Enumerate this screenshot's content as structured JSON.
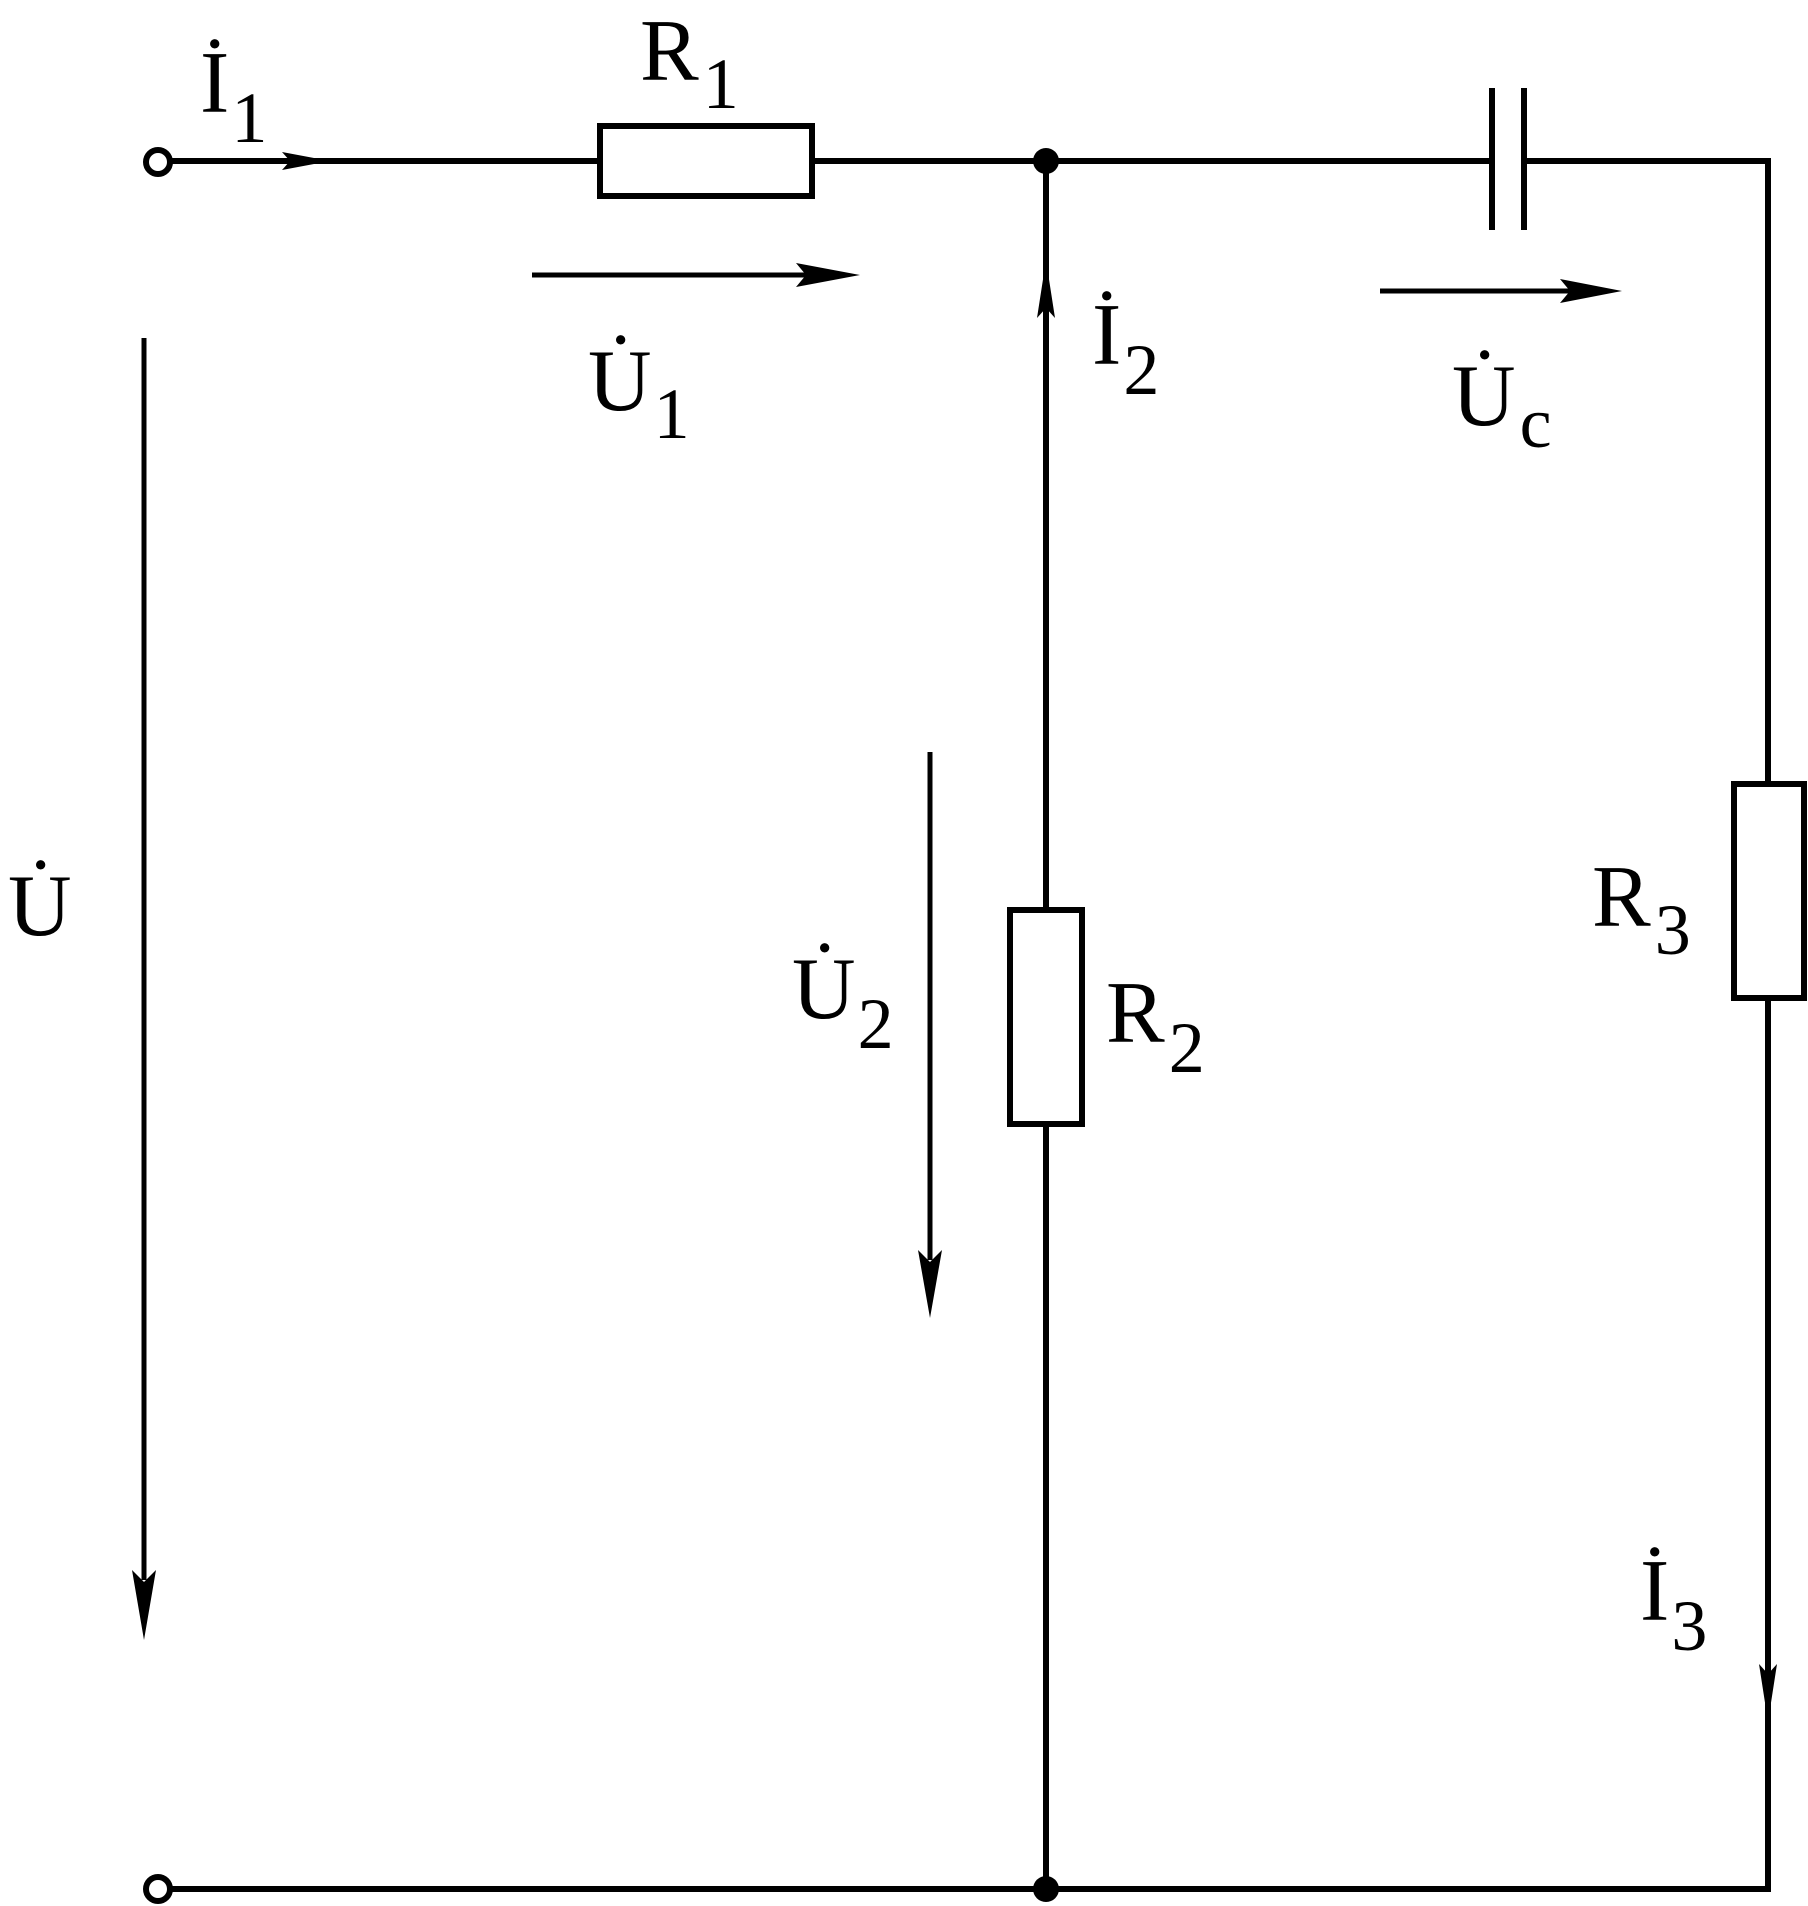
{
  "labels": {
    "I1": {
      "main": "İ",
      "sub": "1"
    },
    "R1": {
      "main": "R",
      "sub": "1"
    },
    "U1": {
      "main": "U̇",
      "sub": "1"
    },
    "I2": {
      "main": "İ",
      "sub": "2"
    },
    "Uc": {
      "main": "U̇",
      "sub": "c"
    },
    "U": {
      "main": "U̇"
    },
    "U2": {
      "main": "U̇",
      "sub": "2"
    },
    "R2": {
      "main": "R",
      "sub": "2"
    },
    "R3": {
      "main": "R",
      "sub": "3"
    },
    "I3": {
      "main": "İ",
      "sub": "3"
    }
  },
  "colors": {
    "stroke": "#000000",
    "background": "#ffffff"
  }
}
